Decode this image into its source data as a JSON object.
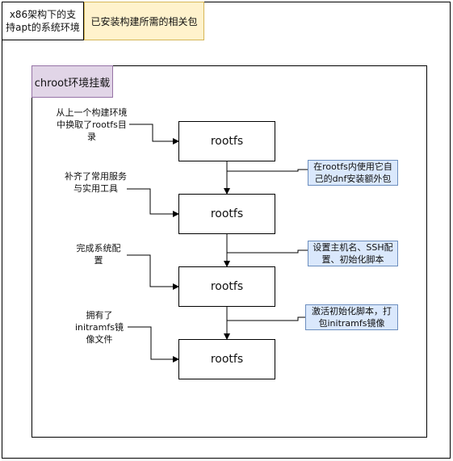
{
  "header": {
    "environment": "x86架构下的支持apt的系统环境",
    "package": "已安装构建所需的相关包"
  },
  "chroot": {
    "label": "chroot环境挂载"
  },
  "stages": [
    {
      "label": "rootfs",
      "note": "从上一个构建环境中换取了rootfs目录"
    },
    {
      "label": "rootfs",
      "note": "补齐了常用服务与实用工具"
    },
    {
      "label": "rootfs",
      "note": "完成系统配置"
    },
    {
      "label": "rootfs",
      "note": "拥有了initramfs镜像文件"
    }
  ],
  "actions": [
    "在rootfs内使用它自己的dnf安装额外包",
    "设置主机名、SSH配置、初始化脚本",
    "激活初始化脚本，打包initramfs镜像"
  ],
  "colors": {
    "package_fill": "#fff2cc",
    "chroot_fill": "#e1d5e7",
    "action_fill": "#dae8fc"
  }
}
